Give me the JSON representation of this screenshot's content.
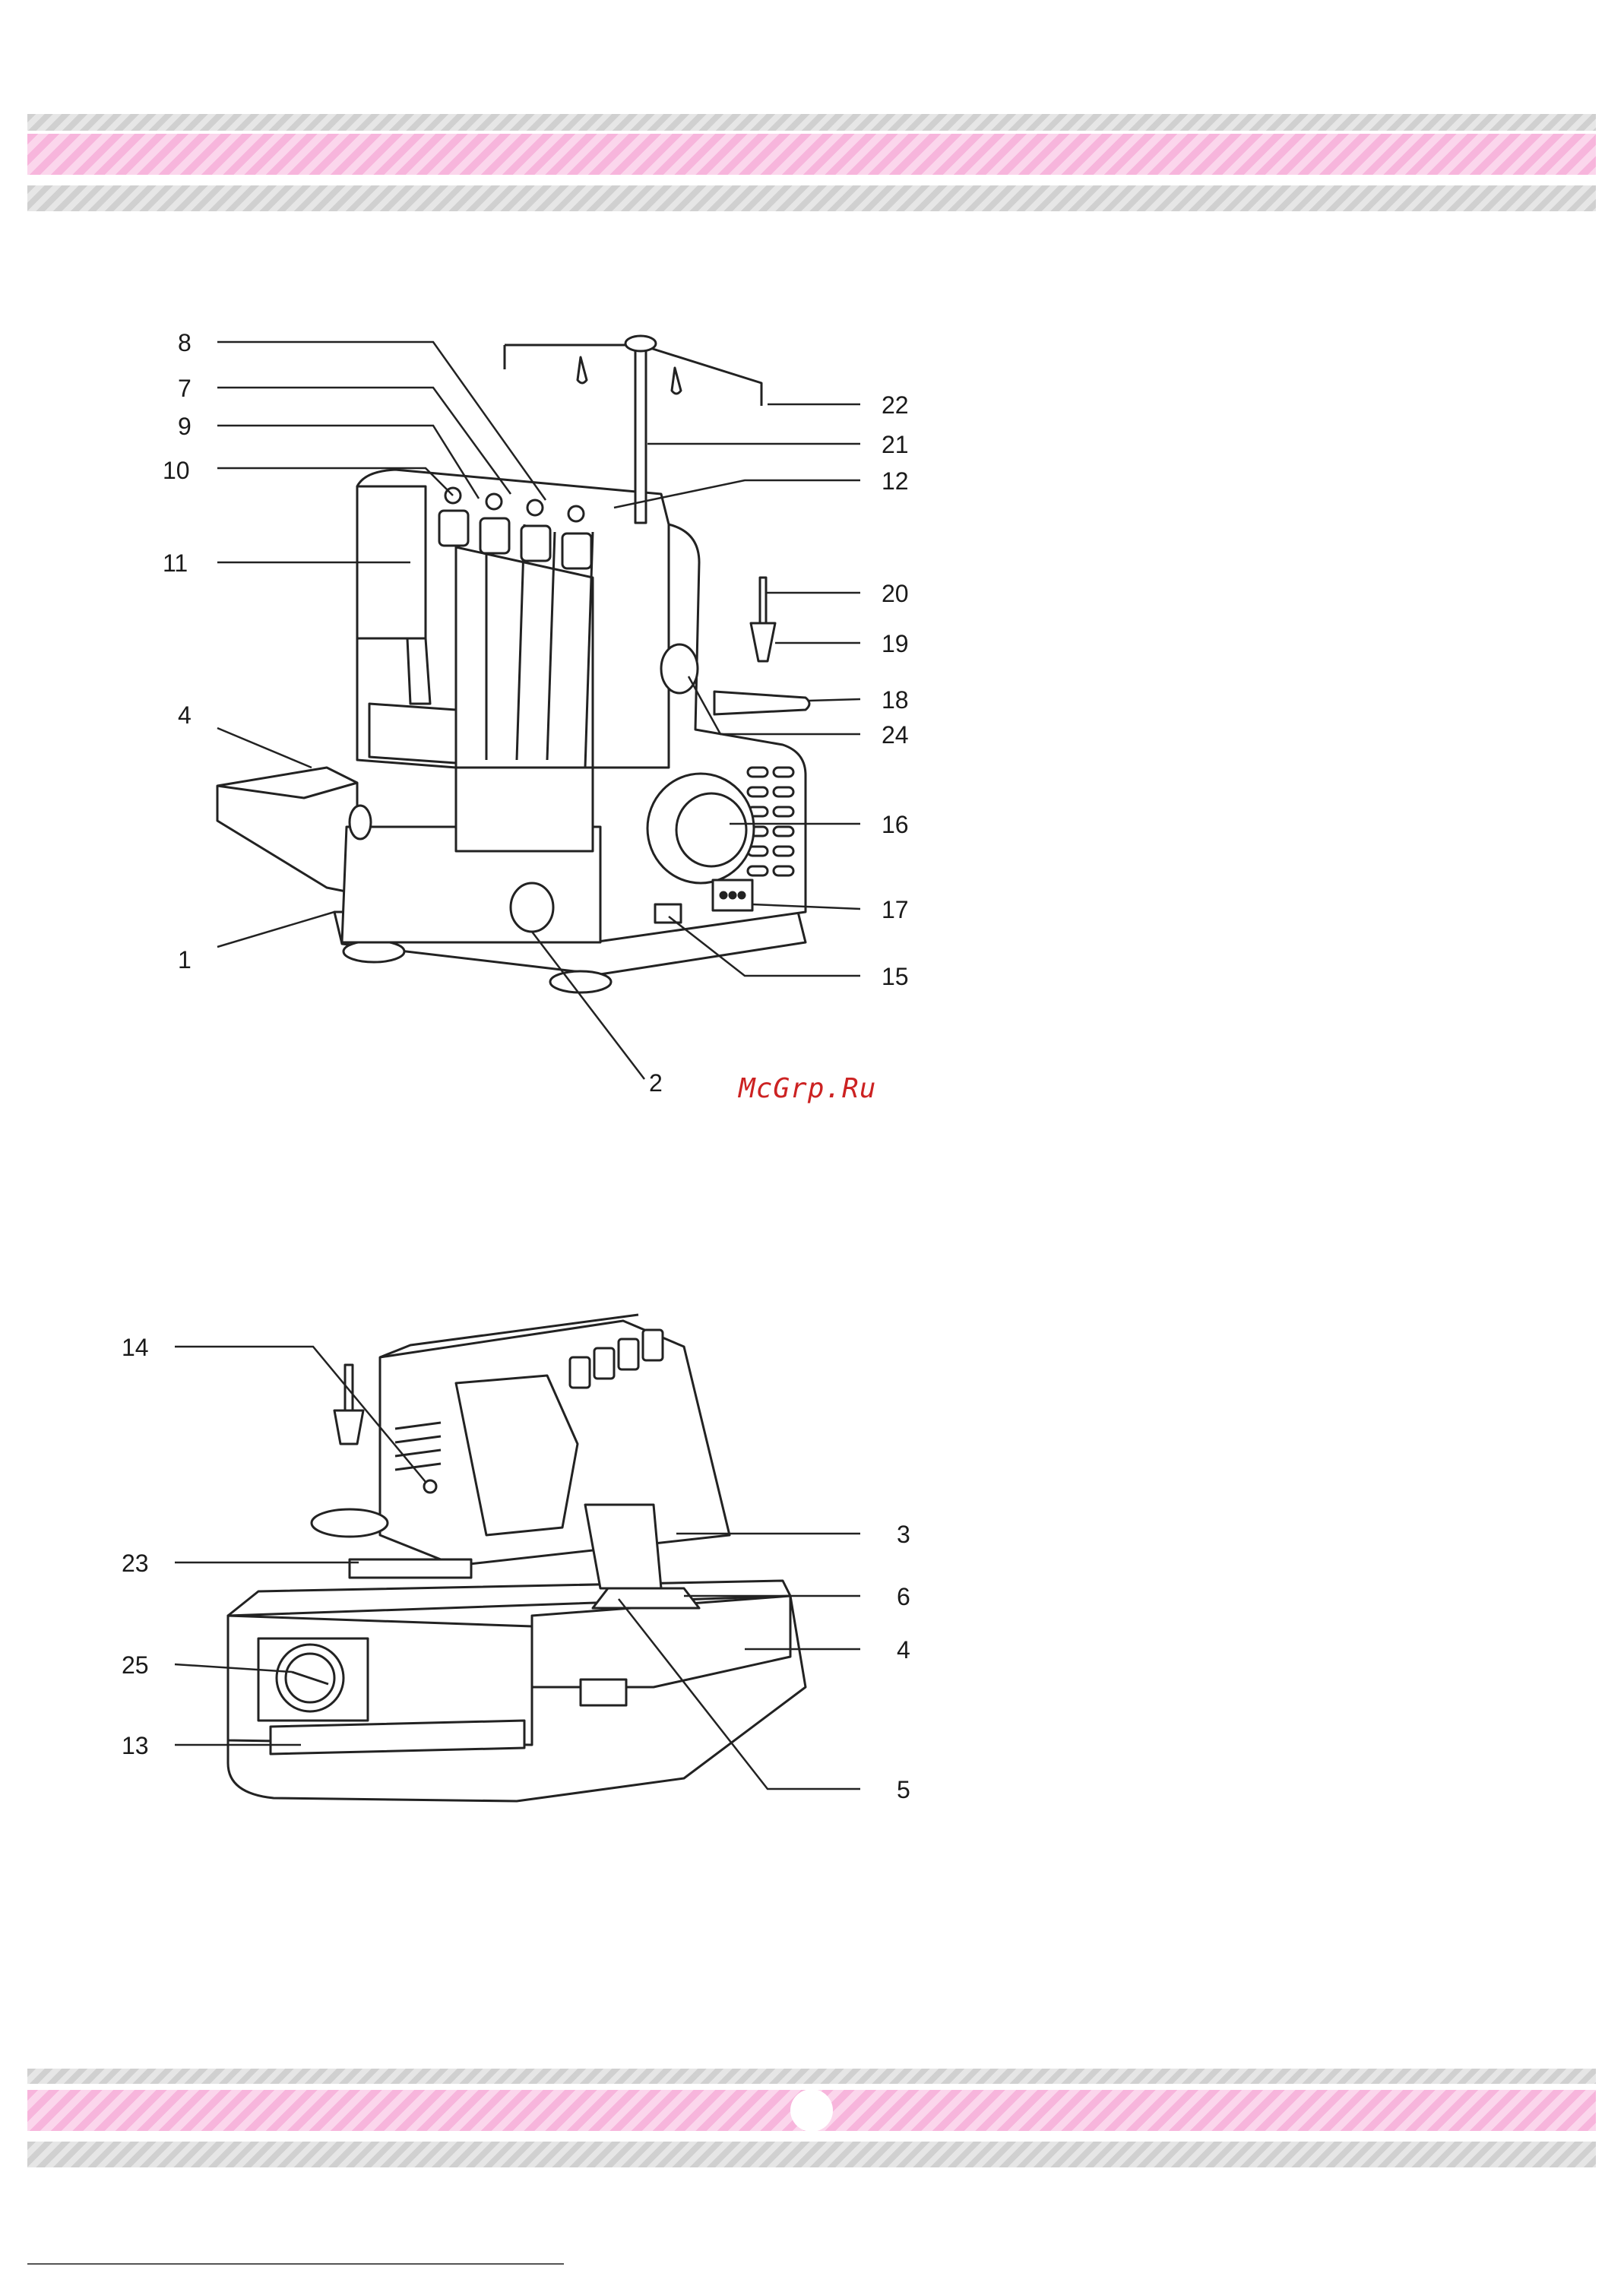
{
  "watermark": "McGrp.Ru",
  "front_view": {
    "callouts": [
      "8",
      "7",
      "9",
      "10",
      "11",
      "4",
      "1",
      "2",
      "22",
      "21",
      "12",
      "20",
      "19",
      "18",
      "24",
      "16",
      "17",
      "15"
    ]
  },
  "rear_view": {
    "callouts": [
      "14",
      "23",
      "25",
      "13",
      "3",
      "6",
      "4",
      "5"
    ]
  }
}
